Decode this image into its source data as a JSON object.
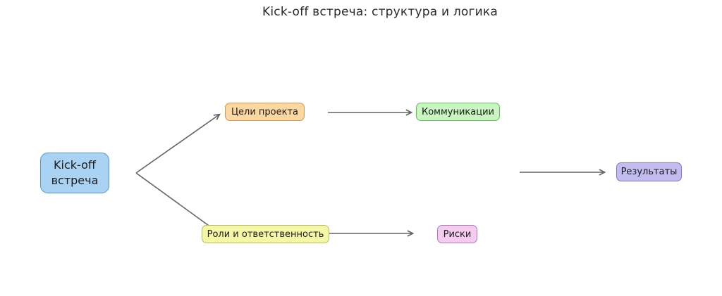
{
  "title": "Kick-off встреча: структура и логика",
  "nodes": {
    "kickoff": {
      "label": "Kick-off встреча",
      "fill": "#a9d2f3",
      "border": "#4f97d6"
    },
    "goals": {
      "label": "Цели проекта",
      "fill": "#fbd7a2",
      "border": "#cf9a50"
    },
    "communications": {
      "label": "Коммуникации",
      "fill": "#c8f5c0",
      "border": "#67b95e"
    },
    "roles": {
      "label": "Роли и ответственность",
      "fill": "#f6f7a6",
      "border": "#b9bd62"
    },
    "risks": {
      "label": "Риски",
      "fill": "#f5cbf0",
      "border": "#b07cc4"
    },
    "results": {
      "label": "Результаты",
      "fill": "#c3bcf0",
      "border": "#7f74c9"
    }
  },
  "edges": [
    {
      "from": "kickoff",
      "to": "goals"
    },
    {
      "from": "kickoff",
      "to": "roles"
    },
    {
      "from": "goals",
      "to": "communications"
    },
    {
      "from": "roles",
      "to": "risks"
    },
    {
      "from": "",
      "to": "results"
    }
  ],
  "colors": {
    "arrow": "#646464",
    "background": "#ffffff",
    "title_text": "#2a2a2a",
    "node_text": "#1b1b1b"
  }
}
